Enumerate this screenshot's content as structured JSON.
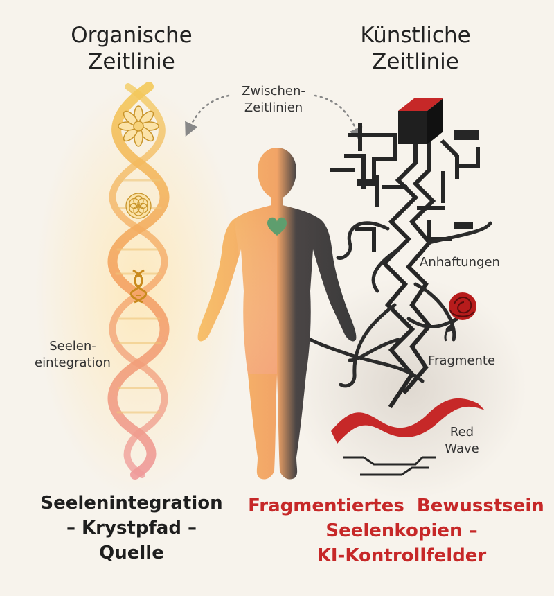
{
  "left_title": "Organische\nZeitlinie",
  "right_title": "Künstliche\nZeitlinie",
  "between_label": "Zwischen-\nZeitlinien",
  "soul_label": "Seelen-\neintegration",
  "attach_label": "Anhaftungen",
  "fragments_label": "Fragmente",
  "wave_label": "Red\nWave",
  "bottom_left": "Seelenintegration\n– Krystpfad –\nQuelle",
  "bottom_right": {
    "line1": "Fragmentiertes  Bewusstsein",
    "line2": "Seelenkopien –",
    "line3": "KI-Kontrollfelder"
  },
  "colors": {
    "gold": "#e9b84a",
    "peach": "#f4a261",
    "pink": "#ef9a9a",
    "red": "#c62828",
    "dark": "#1f1f1f",
    "heart": "#5e9e6e"
  },
  "icons": [
    "lotus-icon",
    "flower-of-life-icon",
    "dna-icon",
    "heart-icon",
    "rose-icon",
    "cube-icon"
  ]
}
